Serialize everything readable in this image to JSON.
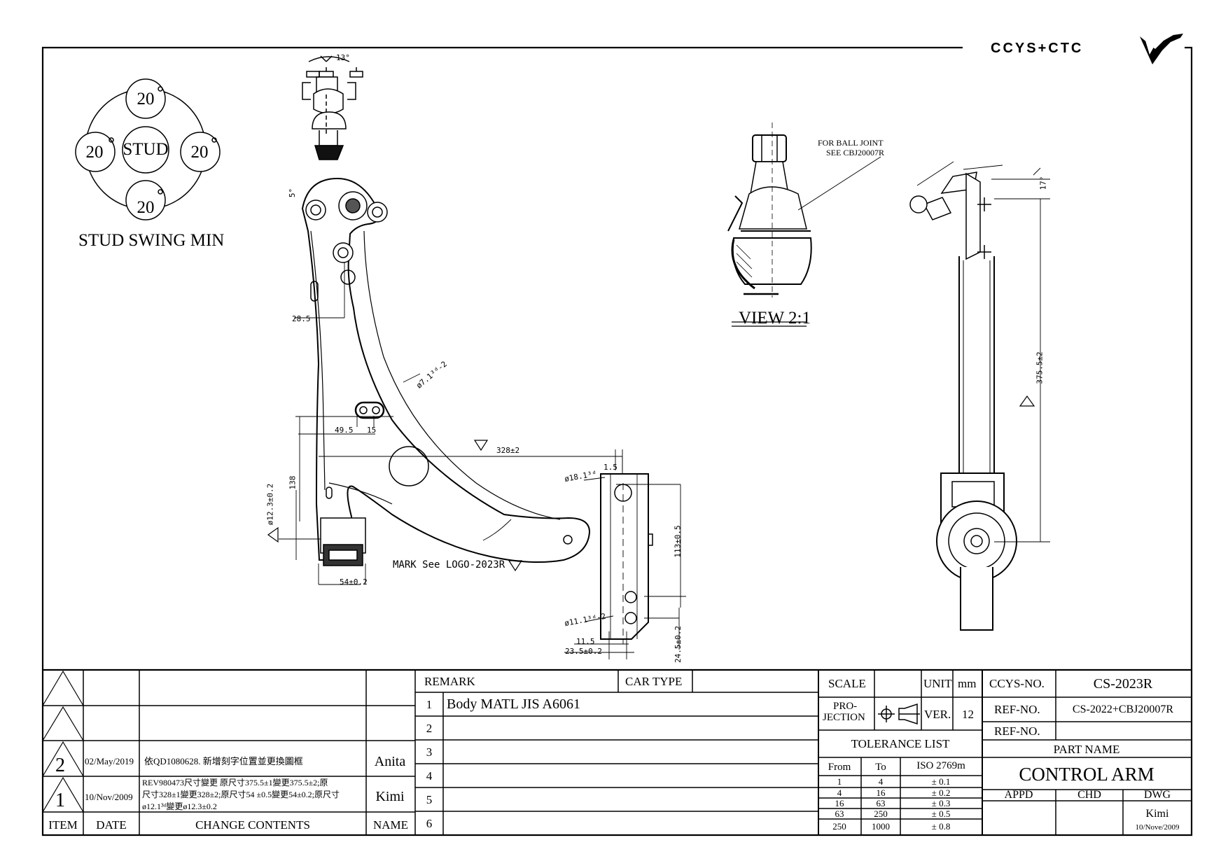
{
  "brand": {
    "logo_text": "CCYS+CTC"
  },
  "stud_swing": {
    "center": "STUD",
    "angles": [
      "20",
      "20",
      "20",
      "20"
    ],
    "caption": "STUD SWING MIN"
  },
  "dimensions": {
    "angle_top": "13°",
    "angle_5": "5°",
    "d_28_5": "28.5",
    "hole_7": "ø7.1³ᵈ-2",
    "d_49_5": "49.5",
    "d_15": "15",
    "d_138": "138",
    "d_328": "328±2",
    "d_12_3": "ø12.3±0.2",
    "d_54": "54±0.2",
    "d_1_5": "1.5",
    "hole_18": "ø18.1³ᵈ",
    "d_113": "113±0.5",
    "hole_11": "ø11.1³ᵈ-2",
    "d_11_5": "11.5",
    "d_23_5": "23.5±0.2",
    "d_24_5": "24.5±0.2",
    "d_375": "375.5±2",
    "angle_17": "17°",
    "ball_note_1": "FOR BALL JOINT",
    "ball_note_2": "SEE CBJ20007R",
    "view_label": "VIEW 2:1",
    "mark_note": "MARK See LOGO-2023R"
  },
  "revisions": {
    "rows": [
      {
        "item": "",
        "date": "",
        "content": "",
        "name": ""
      },
      {
        "item": "",
        "date": "",
        "content": "",
        "name": ""
      },
      {
        "item": "2",
        "date": "02/May/2019",
        "content": "依QD1080628. 新增刻字位置並更換圖框",
        "name": "Anita"
      },
      {
        "item": "1",
        "date": "10/Nov/2009",
        "content_lines": [
          "REV980473尺寸變更 原尺寸375.5±1變更375.5±2;原",
          "尺寸328±1變更328±2;原尺寸54 ±0.5變更54±0.2;原尺寸",
          "ø12.1³ᵈ變更ø12.3±0.2"
        ],
        "name": "Kimi"
      }
    ],
    "headers": {
      "item": "ITEM",
      "date": "DATE",
      "content": "CHANGE CONTENTS",
      "name": "NAME"
    }
  },
  "remarks": {
    "label": "REMARK",
    "car_type_label": "CAR TYPE",
    "car_type_value": "",
    "rows": [
      {
        "no": "1",
        "text": "Body MATL JIS A6061"
      },
      {
        "no": "2",
        "text": ""
      },
      {
        "no": "3",
        "text": ""
      },
      {
        "no": "4",
        "text": ""
      },
      {
        "no": "5",
        "text": ""
      },
      {
        "no": "6",
        "text": ""
      }
    ]
  },
  "spec": {
    "scale_label": "SCALE",
    "scale_value": "",
    "unit_label": "UNIT",
    "unit_value": "mm",
    "projection_label_1": "PRO-",
    "projection_label_2": "JECTION",
    "ver_label": "VER.",
    "ver_value": "12",
    "tolerance_title": "TOLERANCE LIST",
    "tolerance_headers": {
      "from": "From",
      "to": "To",
      "std": "ISO 2769m"
    },
    "tolerance_rows": [
      {
        "from": "1",
        "to": "4",
        "tol": "± 0.1"
      },
      {
        "from": "4",
        "to": "16",
        "tol": "± 0.2"
      },
      {
        "from": "16",
        "to": "63",
        "tol": "± 0.3"
      },
      {
        "from": "63",
        "to": "250",
        "tol": "± 0.5"
      },
      {
        "from": "250",
        "to": "1000",
        "tol": "± 0.8"
      }
    ]
  },
  "title_block": {
    "ccys_label": "CCYS-NO.",
    "ccys_value": "CS-2023R",
    "ref1_label": "REF-NO.",
    "ref1_value": "CS-2022+CBJ20007R",
    "ref2_label": "REF-NO.",
    "ref2_value": "",
    "part_name_label": "PART NAME",
    "part_name_value": "CONTROL ARM",
    "appd_label": "APPD",
    "chd_label": "CHD",
    "dwg_label": "DWG",
    "dwg_name": "Kimi",
    "dwg_date": "10/Nove/2009"
  }
}
